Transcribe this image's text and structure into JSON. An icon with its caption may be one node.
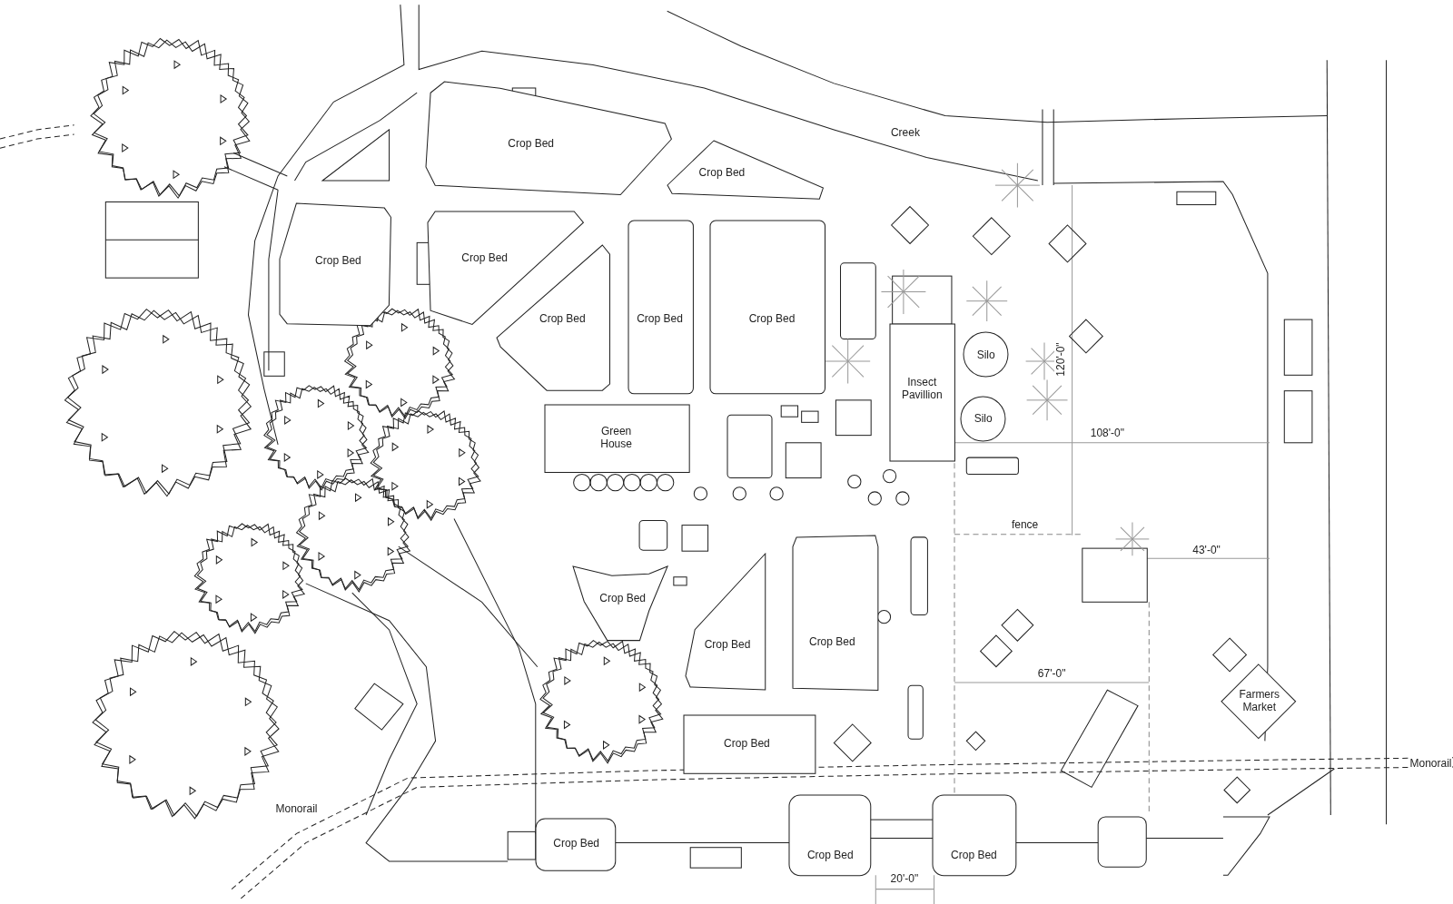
{
  "diagram": {
    "nodes": [
      {
        "text": [
          "Crop Bed"
        ]
      },
      {
        "text": [
          "Crop Bed"
        ]
      },
      {
        "text": [
          "Crop Bed"
        ]
      },
      {
        "text": [
          "Crop Bed"
        ]
      },
      {
        "text": [
          "Crop Bed"
        ]
      },
      {
        "text": [
          "Crop Bed"
        ]
      },
      {
        "text": [
          "Crop Bed"
        ]
      },
      {
        "text": [
          "Insect Pavillion"
        ]
      },
      {
        "text": [
          "Silo"
        ]
      },
      {
        "text": [
          "Silo"
        ]
      },
      {
        "text": [
          "Green House"
        ]
      },
      {
        "text": [
          "Crop Bed"
        ]
      },
      {
        "text": [
          "Crop Bed"
        ]
      },
      {
        "text": [
          "Crop Bed"
        ]
      },
      {
        "text": [
          "Farmers Market"
        ]
      },
      {
        "text": [
          "Crop Bed"
        ]
      },
      {
        "text": [
          "Crop Bed"
        ]
      },
      {
        "text": [
          "Crop Bed"
        ]
      },
      {
        "text": [
          "Crop Bed"
        ]
      }
    ],
    "labels": [
      "Creek",
      "120'-0\"",
      "108'-0\"",
      "fence",
      "43'-0\"",
      "67'-0\"",
      "Monorail",
      "Monorail",
      "20'-0\""
    ]
  }
}
